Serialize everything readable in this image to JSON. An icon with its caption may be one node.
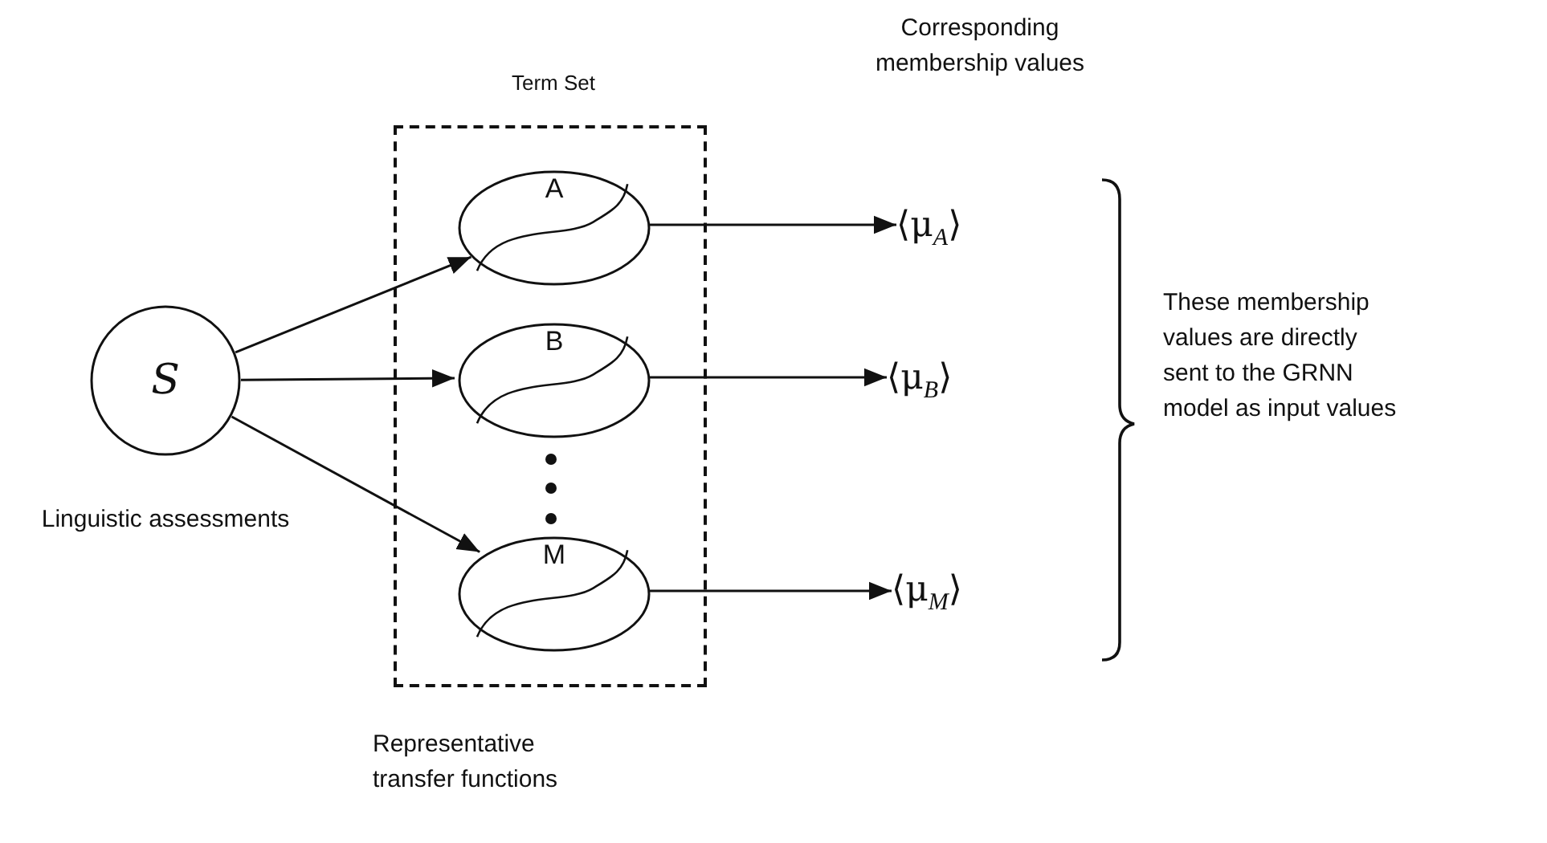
{
  "diagram": {
    "nodes": [
      {
        "text": [
          "S"
        ],
        "beside": [
          "Linguistic assessments"
        ]
      },
      {
        "text": [
          "Term Set"
        ],
        "beside": [
          "Representative transfer functions"
        ]
      },
      {
        "text": [
          "A"
        ],
        "in": 1
      },
      {
        "text": [
          "B"
        ],
        "in": 1
      },
      {
        "text": [
          "M"
        ],
        "in": 1
      },
      {
        "text": [
          "⟨μ$_{A}$⟩"
        ]
      },
      {
        "text": [
          "⟨μ$_{B}$⟩"
        ]
      },
      {
        "text": [
          "⟨μ$_{M}$⟩"
        ]
      }
    ],
    "edges": [
      {
        "from": 0,
        "to": 2,
        "arrow": "to"
      },
      {
        "from": 0,
        "to": 3,
        "arrow": "to"
      },
      {
        "from": 0,
        "to": 4,
        "arrow": "to"
      },
      {
        "from": 2,
        "to": 5,
        "arrow": "to"
      },
      {
        "from": 3,
        "to": 6,
        "arrow": "to"
      },
      {
        "from": 4,
        "to": 7,
        "arrow": "to"
      }
    ],
    "labels": [
      "Corresponding membership values",
      "These membership values are directly sent to the GRNN model as input values"
    ]
  }
}
